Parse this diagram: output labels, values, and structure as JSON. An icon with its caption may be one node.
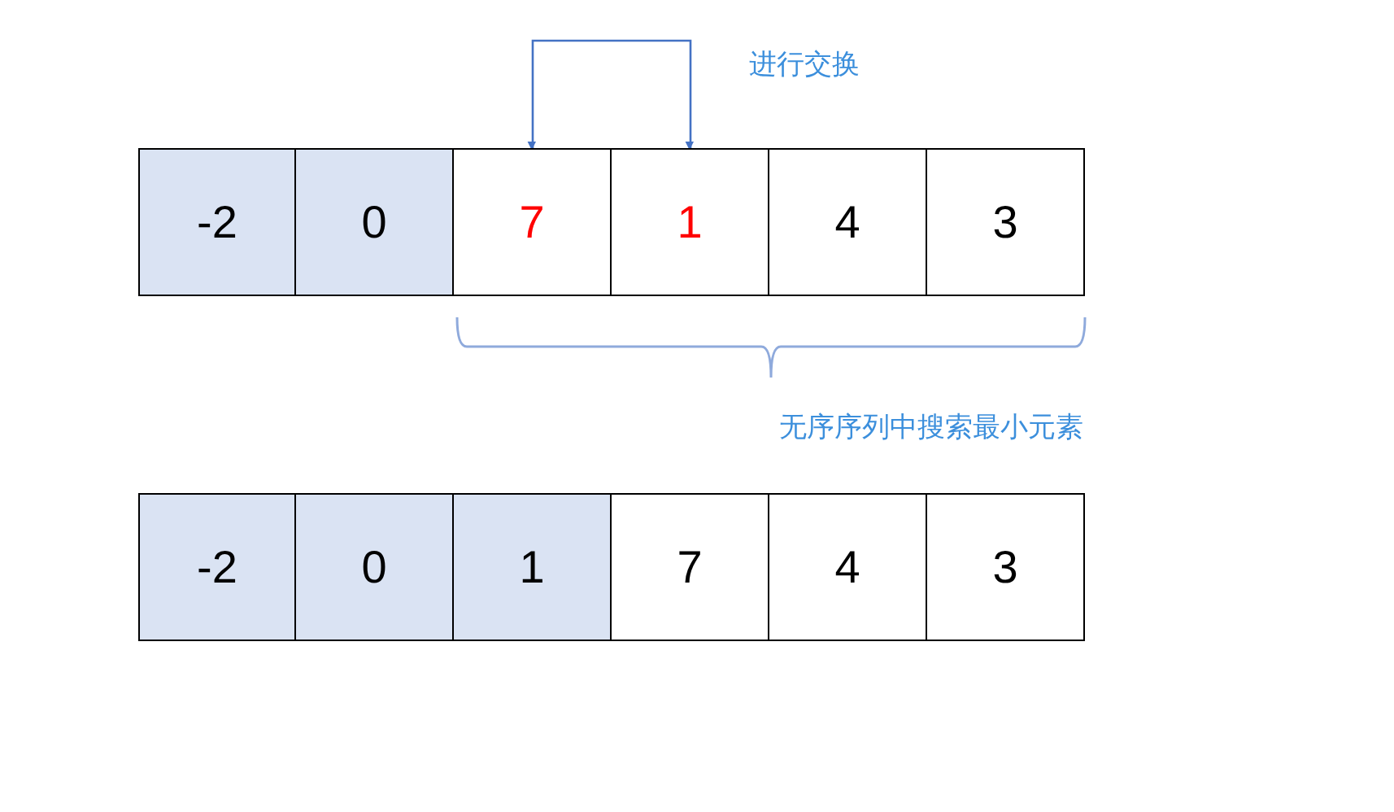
{
  "diagram": {
    "nodes": [
      {
        "text": [
          "-2"
        ]
      },
      {
        "text": [
          "0"
        ]
      },
      {
        "text": [
          "7"
        ]
      },
      {
        "text": [
          "1"
        ]
      },
      {
        "text": [
          "4"
        ]
      },
      {
        "text": [
          "3"
        ]
      },
      {
        "text": [
          "-2"
        ]
      },
      {
        "text": [
          "0"
        ]
      },
      {
        "text": [
          "1"
        ]
      },
      {
        "text": [
          "7"
        ]
      },
      {
        "text": [
          "4"
        ]
      },
      {
        "text": [
          "3"
        ]
      }
    ],
    "edges": [
      {
        "from": 2,
        "to": 3,
        "arrow": "both",
        "label": "进行交换"
      }
    ],
    "labels": [
      "无序序列中搜索最小元素"
    ]
  }
}
